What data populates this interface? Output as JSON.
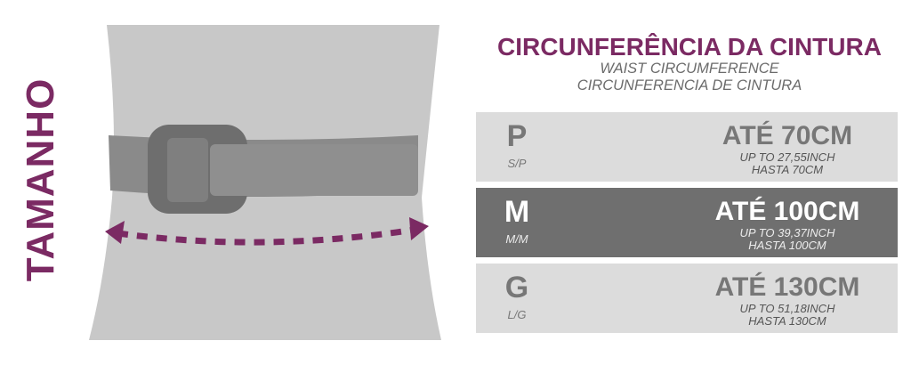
{
  "side_title": "TAMANHO",
  "heading": {
    "pt": "CIRCUNFERÊNCIA DA CINTURA",
    "en": "WAIST CIRCUMFERENCE",
    "es": "CIRCUNFERENCIA DE CINTURA"
  },
  "sizes": [
    {
      "letter": "P",
      "alt": "S/P",
      "measure": "ATÉ 70CM",
      "line1": "UP TO 27,55INCH",
      "line2": "HASTA 70CM"
    },
    {
      "letter": "M",
      "alt": "M/M",
      "measure": "ATÉ 100CM",
      "line1": "UP TO 39,37INCH",
      "line2": "HASTA 100CM"
    },
    {
      "letter": "G",
      "alt": "L/G",
      "measure": "ATÉ 130CM",
      "line1": "UP TO 51,18INCH",
      "line2": "HASTA 130CM"
    }
  ],
  "highlighted_size": "M",
  "colors": {
    "brand": "#7b2a63",
    "row": "#dcdcdc",
    "row_active": "#6f6f6f",
    "body": "#c8c8c8",
    "belt": "#8a8a8a"
  }
}
